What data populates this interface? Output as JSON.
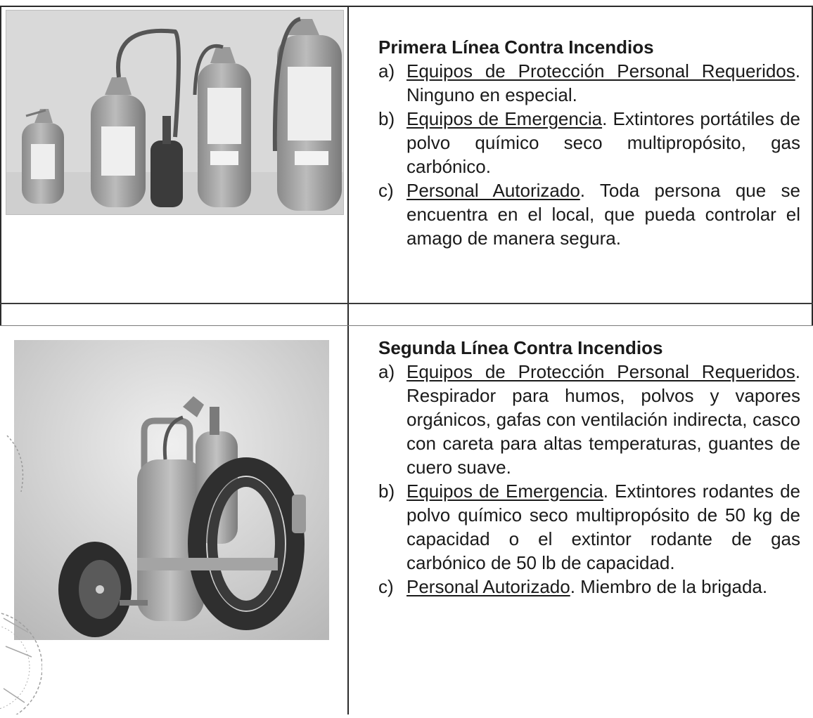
{
  "section_1": {
    "heading": "Primera Línea Contra Incendios",
    "items": [
      {
        "marker": "a)",
        "label": "Equipos de Protección Personal Requeridos",
        "text": ". Ninguno en especial."
      },
      {
        "marker": "b)",
        "label": "Equipos de Emergencia",
        "text": ". Extintores portátiles de polvo químico seco multipropósito, gas carbónico."
      },
      {
        "marker": "c)",
        "label": "Personal Autorizado",
        "text": ". Toda persona que se encuentra en el local, que pueda controlar el amago de manera segura."
      }
    ]
  },
  "section_2": {
    "heading": "Segunda Línea Contra Incendios",
    "items": [
      {
        "marker": "a)",
        "label": "Equipos de Protección Personal Requeridos",
        "text": ". Respirador para humos, polvos y vapores orgánicos, gafas con ventilación indirecta, casco con careta para altas temperaturas, guantes de cuero suave."
      },
      {
        "marker": "b)",
        "label": "Equipos de Emergencia",
        "text": ". Extintores rodantes de polvo químico seco multipropósito de 50 kg de capacidad o el extintor rodante de gas carbónico de 50 lb de capacidad."
      },
      {
        "marker": "c)",
        "label": "Personal Autorizado",
        "text": ". Miembro de la brigada."
      }
    ]
  },
  "icons": {
    "photo_1": "portable-extinguishers-photo",
    "photo_2": "wheeled-extinguisher-photo",
    "stamp": "seal-stamp-icon"
  },
  "colors": {
    "ink": "#1a1a1a",
    "rule": "#2b2b2b",
    "photo_bg": "#d3d3d3"
  }
}
